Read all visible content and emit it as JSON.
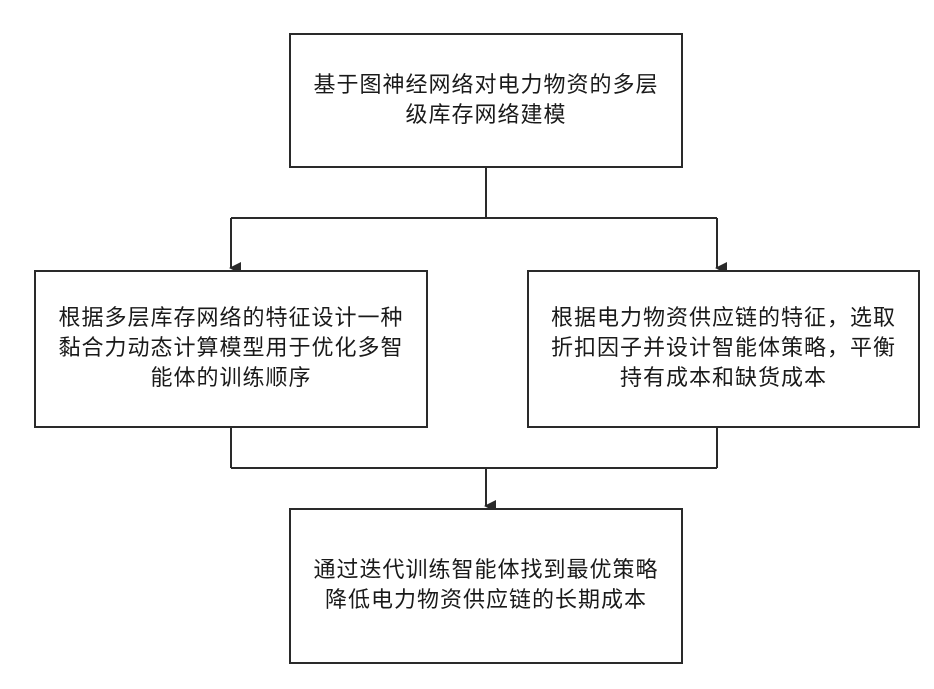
{
  "diagram": {
    "nodes": {
      "top": {
        "lines": [
          "基于图神经网络对电力物资的多层",
          "级库存网络建模"
        ]
      },
      "left": {
        "lines": [
          "根据多层库存网络的特征设计一种",
          "黏合力动态计算模型用于优化多智",
          "能体的训练顺序"
        ]
      },
      "right": {
        "lines": [
          "根据电力物资供应链的特征，选取",
          "折扣因子并设计智能体策略，平衡",
          "持有成本和缺货成本"
        ]
      },
      "bottom": {
        "lines": [
          "通过迭代训练智能体找到最优策略",
          "降低电力物资供应链的长期成本"
        ]
      }
    },
    "edges": [
      {
        "from": "top",
        "to": "left"
      },
      {
        "from": "top",
        "to": "right"
      },
      {
        "from": "left",
        "to": "bottom"
      },
      {
        "from": "right",
        "to": "bottom"
      }
    ],
    "line_color": "#2a2a2a"
  }
}
